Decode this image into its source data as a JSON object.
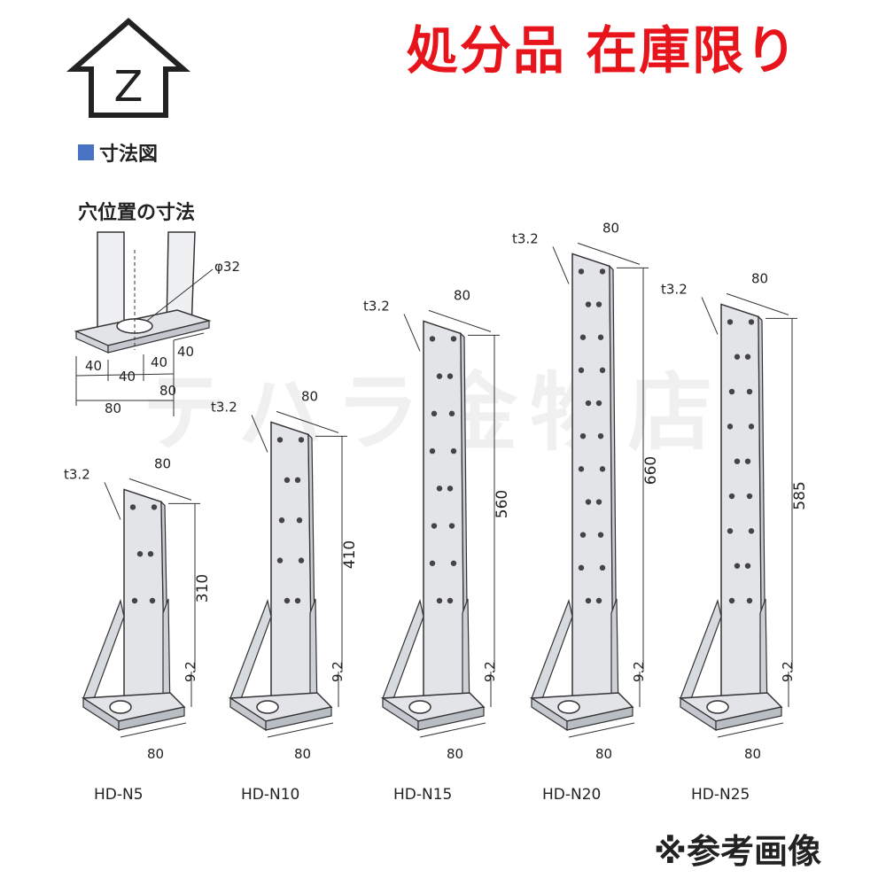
{
  "banner": {
    "title": "処分品 在庫限り",
    "title_color": "#e8141b"
  },
  "logo": {
    "letter": "Z"
  },
  "section": {
    "label": "寸法図",
    "marker_color": "#4a72c2"
  },
  "hole_diagram": {
    "heading": "穴位置の寸法",
    "diameter": "φ32",
    "dims": {
      "a": "40",
      "b": "40",
      "c": "40",
      "d": "40",
      "width": "80",
      "depth": "80"
    }
  },
  "models": [
    {
      "name": "HD-N5",
      "thickness": "t3.2",
      "width": "80",
      "height": "310",
      "base_offset": "9.2",
      "base_width": "80"
    },
    {
      "name": "HD-N10",
      "thickness": "t3.2",
      "width": "80",
      "height": "410",
      "base_offset": "9.2",
      "base_width": "80"
    },
    {
      "name": "HD-N15",
      "thickness": "t3.2",
      "width": "80",
      "height": "560",
      "base_offset": "9.2",
      "base_width": "80"
    },
    {
      "name": "HD-N20",
      "thickness": "t3.2",
      "width": "80",
      "height": "660",
      "base_offset": "9.2",
      "base_width": "80"
    },
    {
      "name": "HD-N25",
      "thickness": "t3.2",
      "width": "80",
      "height": "585",
      "base_offset": "9.2",
      "base_width": "80"
    }
  ],
  "watermark": "テハラ金物店",
  "footnote": "※参考画像",
  "colors": {
    "plate_fill": "#e2e4e8",
    "plate_stroke": "#333333",
    "hole_fill": "#444444"
  }
}
